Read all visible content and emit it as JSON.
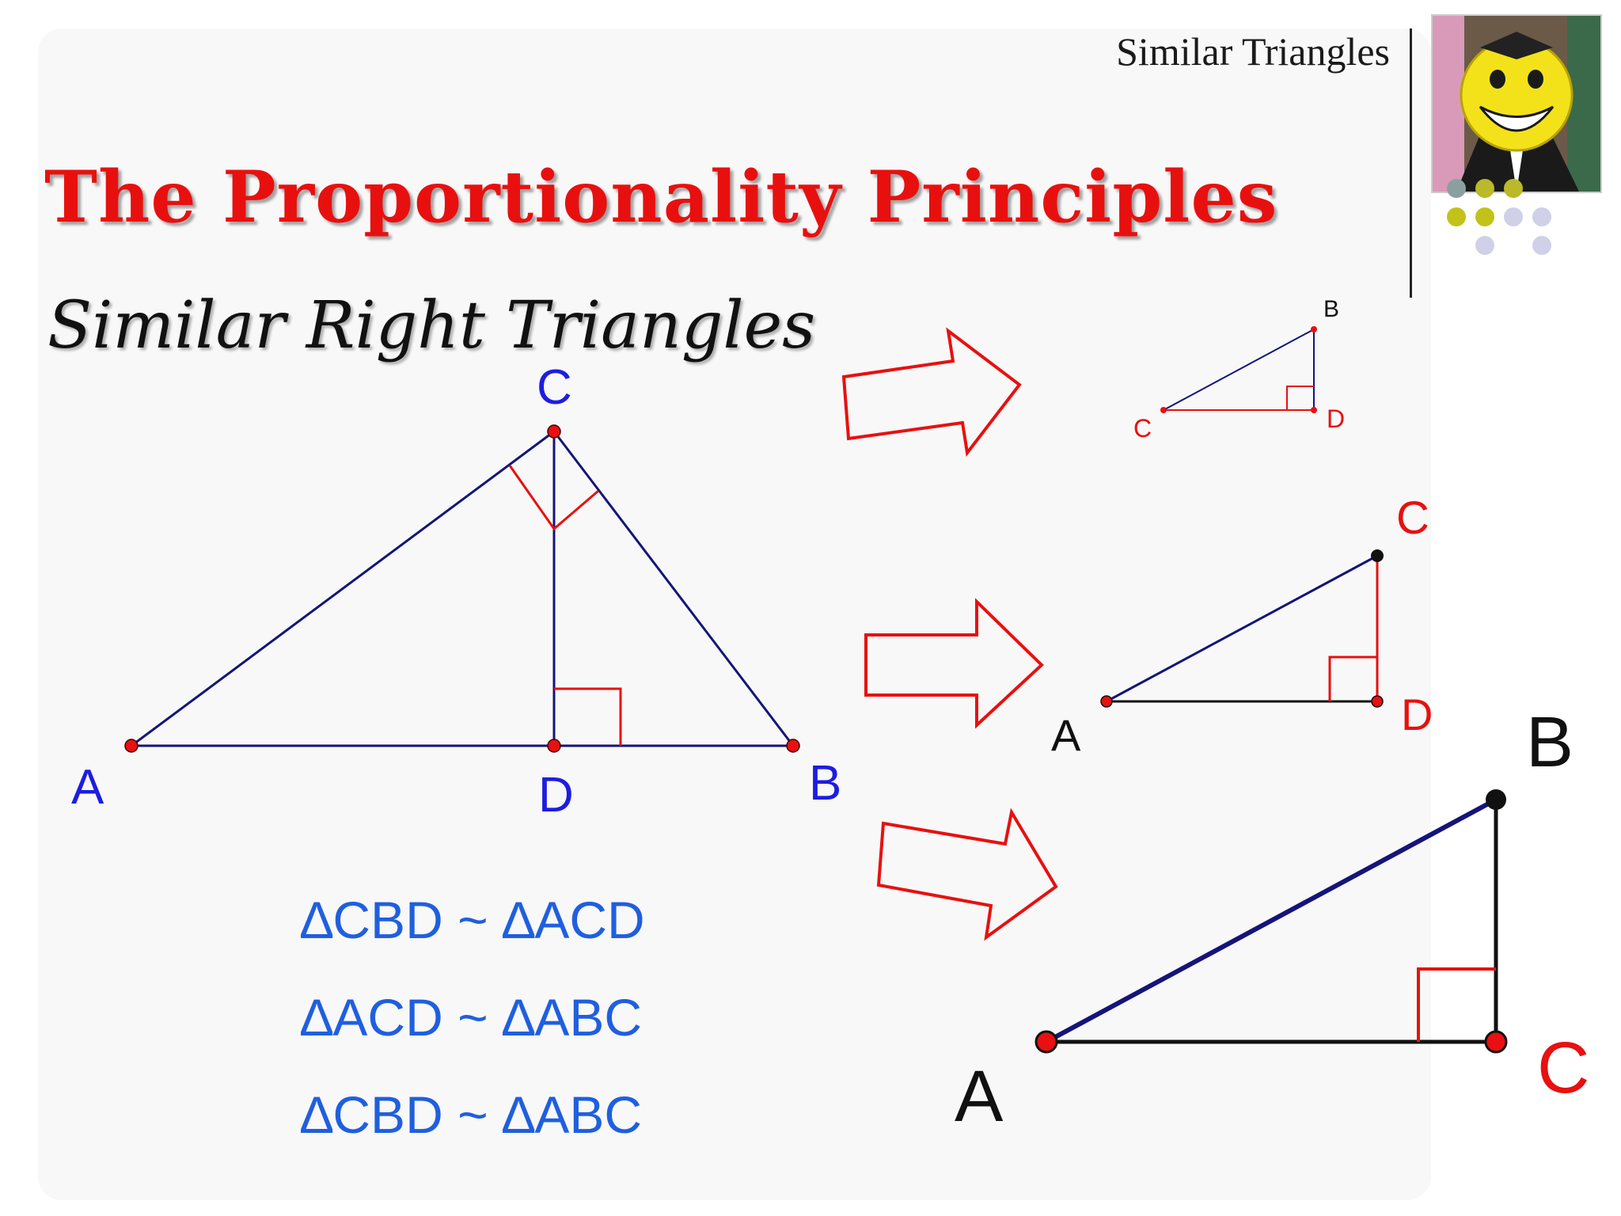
{
  "header": {
    "text": "Similar Triangles"
  },
  "title": "The Proportionality Principles",
  "subtitle": "Similar Right Triangles",
  "main_triangle": {
    "labels": {
      "A": "A",
      "B": "B",
      "C": "C",
      "D": "D"
    },
    "label_color": "#1d1de0",
    "line_color": "#14147a",
    "point_color": "#e81010",
    "right_angle_color": "#e81010"
  },
  "small_triangles": [
    {
      "labels": {
        "B": "B",
        "C": "C",
        "D": "D"
      }
    },
    {
      "labels": {
        "A": "A",
        "C": "C",
        "D": "D"
      }
    },
    {
      "labels": {
        "A": "A",
        "B": "B",
        "C": "C"
      }
    }
  ],
  "similarities": [
    "∆CBD ~ ∆ACD",
    "∆ACD ~ ∆ABC",
    "∆CBD ~ ∆ABC"
  ],
  "colors": {
    "title": "#e8100f",
    "similarity_text": "#1f5fdf",
    "arrow_outline": "#e81010",
    "black": "#000000",
    "red": "#e81010"
  },
  "icons": {
    "avatar": "koro-sensei-avatar-icon",
    "arrow": "right-arrow-icon"
  }
}
